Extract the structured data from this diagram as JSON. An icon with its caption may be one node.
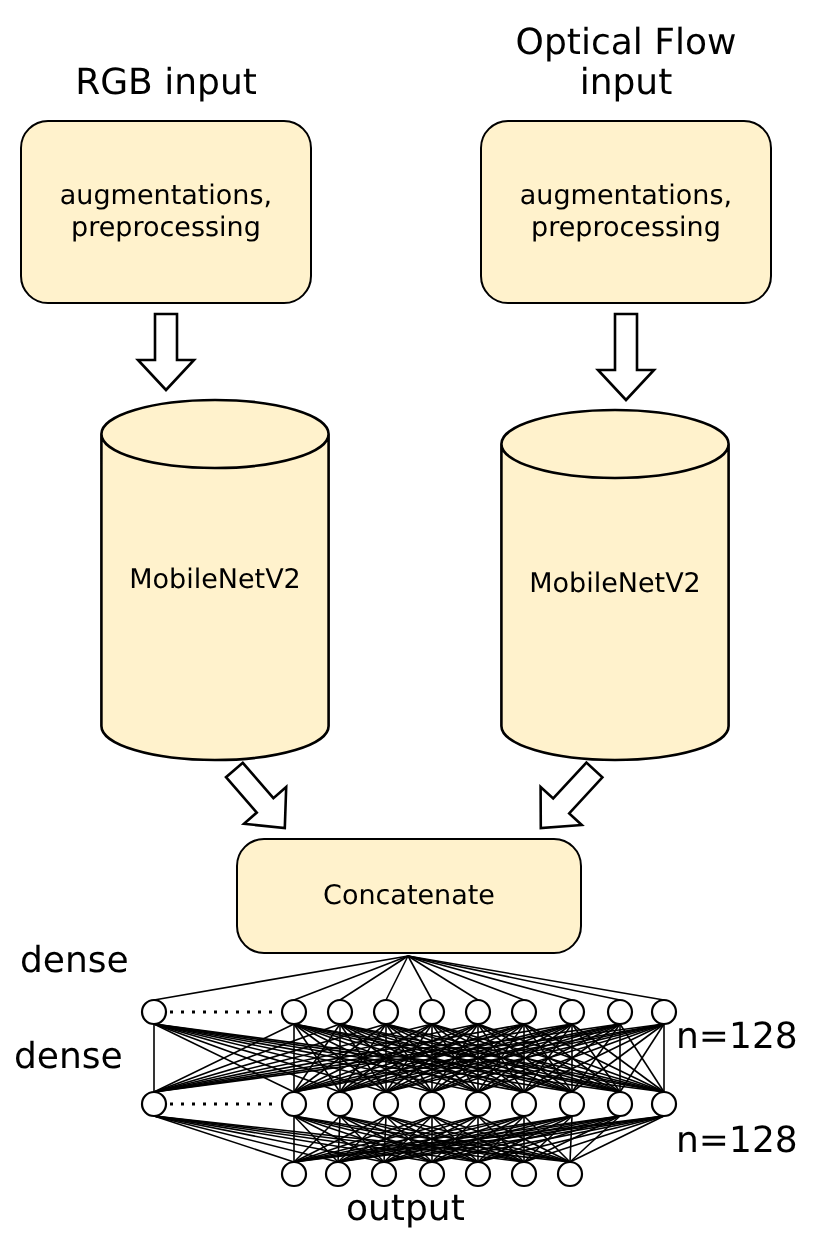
{
  "diagram": {
    "nodes": [
      {
        "text": [
          "RGB input",
          "augmentations, preprocessing"
        ]
      },
      {
        "text": [
          "Optical Flow input",
          "augmentations, preprocessing"
        ]
      },
      {
        "text": [
          "MobileNetV2"
        ]
      },
      {
        "text": [
          "MobileNetV2"
        ]
      },
      {
        "text": [
          "Concatenate"
        ]
      }
    ],
    "edges": [
      {
        "from": 0,
        "to": 2,
        "arrow": "to"
      },
      {
        "from": 1,
        "to": 3,
        "arrow": "to"
      },
      {
        "from": 2,
        "to": 4,
        "arrow": "to"
      },
      {
        "from": 3,
        "to": 4,
        "arrow": "to"
      }
    ],
    "labels": [
      "dense",
      "dense",
      "n=128",
      "n=128",
      "output"
    ]
  }
}
